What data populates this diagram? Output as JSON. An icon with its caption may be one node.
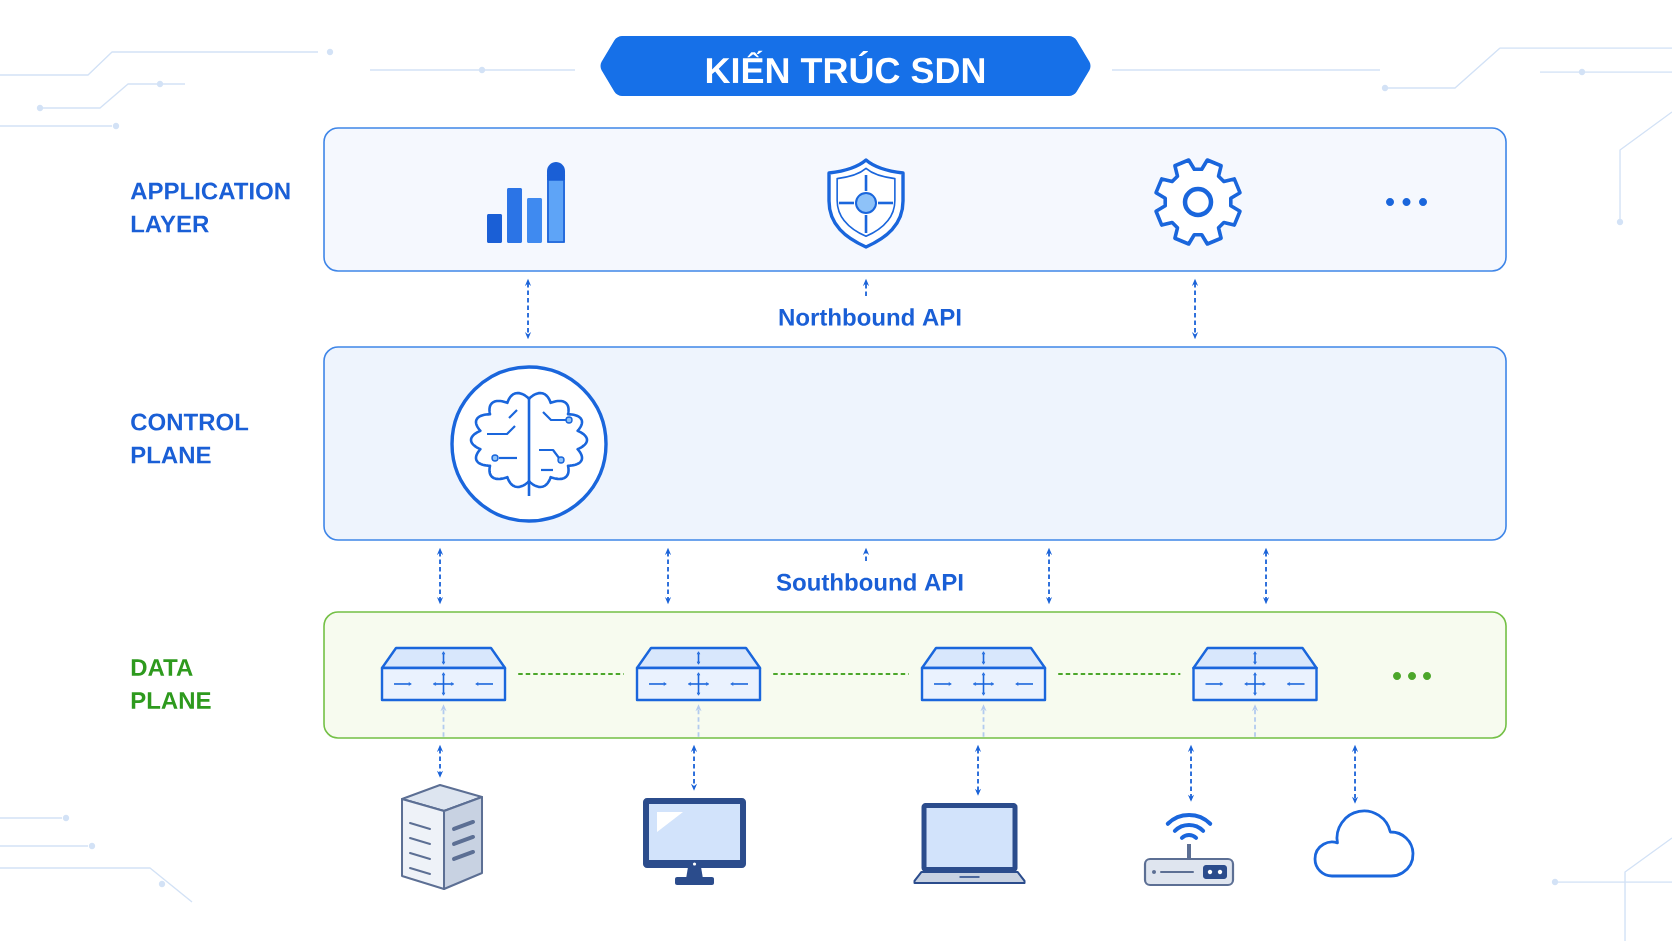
{
  "diagram": {
    "title": "KIẾN TRÚC SDN",
    "nodes": [
      {
        "text": [
          "APPLICATION LAYER"
        ]
      },
      {
        "text": [],
        "shape": "picture",
        "in": 0
      },
      {
        "text": [],
        "shape": "picture",
        "in": 0
      },
      {
        "text": [],
        "shape": "picture",
        "in": 0
      },
      {
        "text": [
          "Northbound API"
        ]
      },
      {
        "text": [
          "CONTROL PLANE"
        ]
      },
      {
        "text": [],
        "shape": "picture",
        "in": 5
      },
      {
        "text": [
          "Southbound API"
        ]
      },
      {
        "text": [
          "DATA PLANE"
        ]
      },
      {
        "text": [],
        "shape": "picture",
        "in": 8
      },
      {
        "text": [],
        "shape": "picture",
        "in": 8
      },
      {
        "text": [],
        "shape": "picture",
        "in": 8
      },
      {
        "text": [],
        "shape": "picture",
        "in": 8
      },
      {
        "text": [],
        "shape": "picture"
      },
      {
        "text": [],
        "shape": "picture"
      },
      {
        "text": [],
        "shape": "picture"
      },
      {
        "text": [],
        "shape": "picture"
      },
      {
        "text": [],
        "shape": "cloud"
      }
    ],
    "edges": [
      {
        "from": 0,
        "to": 5,
        "arrow": "both",
        "style": "dashed"
      },
      {
        "from": 4,
        "to": 0,
        "arrow": "to",
        "style": "dashed"
      },
      {
        "from": 0,
        "to": 5,
        "arrow": "both",
        "style": "dashed"
      },
      {
        "from": 5,
        "to": 8,
        "arrow": "both",
        "style": "dashed"
      },
      {
        "from": 5,
        "to": 8,
        "arrow": "both",
        "style": "dashed"
      },
      {
        "from": 7,
        "to": 5,
        "arrow": "to",
        "style": "dashed"
      },
      {
        "from": 5,
        "to": 8,
        "arrow": "both",
        "style": "dashed"
      },
      {
        "from": 5,
        "to": 8,
        "arrow": "both",
        "style": "dashed"
      },
      {
        "from": 9,
        "to": 10,
        "arrow": "none",
        "style": "dashed",
        "color": "#4ca72a"
      },
      {
        "from": 10,
        "to": 11,
        "arrow": "none",
        "style": "dashed",
        "color": "#4ca72a"
      },
      {
        "from": 11,
        "to": 12,
        "arrow": "none",
        "style": "dashed",
        "color": "#4ca72a"
      },
      {
        "from": 8,
        "to": 9,
        "arrow": "to",
        "style": "dashed",
        "color": "#b3cbef"
      },
      {
        "from": 8,
        "to": 10,
        "arrow": "to",
        "style": "dashed",
        "color": "#b3cbef"
      },
      {
        "from": 8,
        "to": 11,
        "arrow": "to",
        "style": "dashed",
        "color": "#b3cbef"
      },
      {
        "from": 8,
        "to": 12,
        "arrow": "to",
        "style": "dashed",
        "color": "#b3cbef"
      },
      {
        "from": 8,
        "to": 13,
        "arrow": "both",
        "style": "dashed"
      },
      {
        "from": 8,
        "to": 14,
        "arrow": "both",
        "style": "dashed"
      },
      {
        "from": 8,
        "to": 15,
        "arrow": "both",
        "style": "dashed"
      },
      {
        "from": 8,
        "to": 16,
        "arrow": "both",
        "style": "dashed"
      },
      {
        "from": 8,
        "to": 17,
        "arrow": "both",
        "style": "dashed"
      }
    ]
  }
}
